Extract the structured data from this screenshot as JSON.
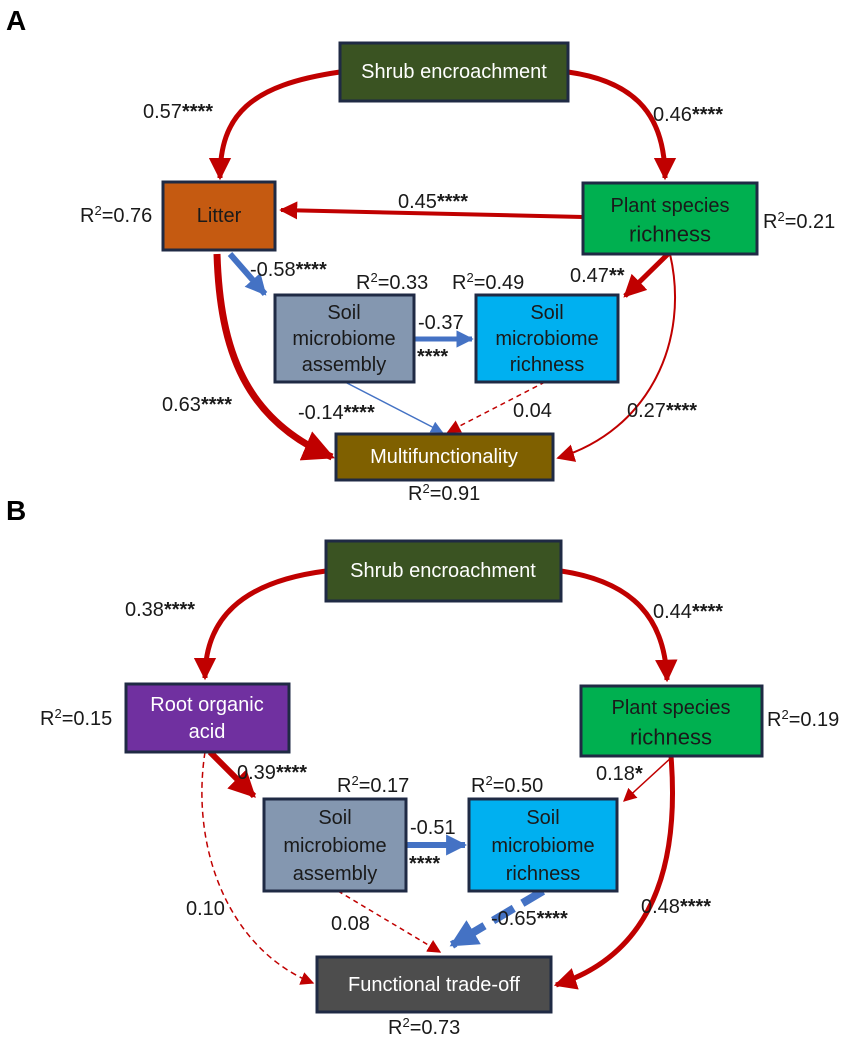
{
  "panels": [
    {
      "label": "A",
      "nodes": {
        "shrub": {
          "lines": [
            "Shrub encroachment"
          ],
          "fill": "#3a5322",
          "text_color": "#ffffff"
        },
        "litter": {
          "lines": [
            "Litter"
          ],
          "fill": "#c55a11",
          "text_color": "#1a1a1a"
        },
        "plant": {
          "lines": [
            "Plant species",
            "richness"
          ],
          "fill": "#00b050",
          "text_color": "#1a1a1a"
        },
        "assembly": {
          "lines": [
            "Soil",
            "microbiome",
            "assembly"
          ],
          "fill": "#8497b0",
          "text_color": "#1a1a1a"
        },
        "richness": {
          "lines": [
            "Soil",
            "microbiome",
            "richness"
          ],
          "fill": "#00b0f0",
          "text_color": "#1a1a1a"
        },
        "outcome": {
          "lines": [
            "Multifunctionality"
          ],
          "fill": "#7f6000",
          "text_color": "#ffffff"
        }
      },
      "r2": {
        "litter": "0.76",
        "plant": "0.21",
        "assembly": "0.33",
        "richness": "0.49",
        "outcome": "0.91"
      },
      "paths": {
        "shrub_left": {
          "coef": "0.57",
          "stars": "****"
        },
        "shrub_right": {
          "coef": "0.46",
          "stars": "****"
        },
        "plant_to_litter": {
          "coef": "0.45",
          "stars": "****"
        },
        "litter_to_assembly": {
          "coef": "-0.58",
          "stars": "****"
        },
        "plant_to_richness": {
          "coef": "0.47",
          "stars": "**"
        },
        "assembly_to_richness": {
          "coef": "-0.37",
          "stars": "****"
        },
        "litter_to_outcome": {
          "coef": "0.63",
          "stars": "****"
        },
        "assembly_to_outcome": {
          "coef": "-0.14",
          "stars": "****"
        },
        "richness_to_outcome": {
          "coef": "0.04",
          "stars": ""
        },
        "plant_to_outcome": {
          "coef": "0.27",
          "stars": "****"
        }
      }
    },
    {
      "label": "B",
      "nodes": {
        "shrub": {
          "lines": [
            "Shrub encroachment"
          ],
          "fill": "#3a5322",
          "text_color": "#ffffff"
        },
        "root": {
          "lines": [
            "Root organic",
            "acid"
          ],
          "fill": "#7030a0",
          "text_color": "#ffffff"
        },
        "plant": {
          "lines": [
            "Plant species",
            "richness"
          ],
          "fill": "#00b050",
          "text_color": "#1a1a1a"
        },
        "assembly": {
          "lines": [
            "Soil",
            "microbiome",
            "assembly"
          ],
          "fill": "#8497b0",
          "text_color": "#1a1a1a"
        },
        "richness": {
          "lines": [
            "Soil",
            "microbiome",
            "richness"
          ],
          "fill": "#00b0f0",
          "text_color": "#1a1a1a"
        },
        "outcome": {
          "lines": [
            "Functional trade-off"
          ],
          "fill": "#4d4d4d",
          "text_color": "#ffffff"
        }
      },
      "r2": {
        "root": "0.15",
        "plant": "0.19",
        "assembly": "0.17",
        "richness": "0.50",
        "outcome": "0.73"
      },
      "paths": {
        "shrub_left": {
          "coef": "0.38",
          "stars": "****"
        },
        "shrub_right": {
          "coef": "0.44",
          "stars": "****"
        },
        "root_to_assembly": {
          "coef": "0.39",
          "stars": "****"
        },
        "plant_to_richness": {
          "coef": "0.18",
          "stars": "*"
        },
        "assembly_to_richness": {
          "coef": "-0.51",
          "stars": "****"
        },
        "root_to_outcome": {
          "coef": "0.10",
          "stars": ""
        },
        "assembly_to_outcome": {
          "coef": "0.08",
          "stars": ""
        },
        "richness_to_outcome": {
          "coef": "-0.65",
          "stars": "****"
        },
        "plant_to_outcome": {
          "coef": "0.48",
          "stars": "****"
        }
      }
    }
  ],
  "colors": {
    "positive": "#c00000",
    "negative": "#4472c4",
    "border": "#1f2a44"
  }
}
